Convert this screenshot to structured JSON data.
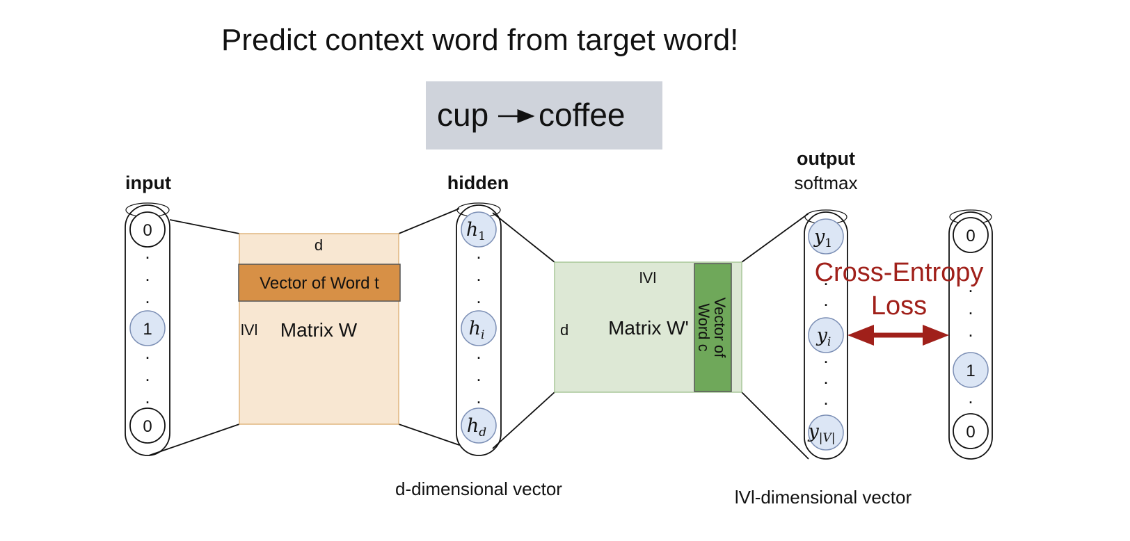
{
  "title": "Predict context word from target word!",
  "example": {
    "source": "cup",
    "target": "coffee"
  },
  "layers": {
    "input": {
      "label": "input",
      "top_value": "0",
      "middle_value": "1",
      "bottom_value": "0"
    },
    "hidden": {
      "label": "hidden",
      "nodes": [
        "h",
        "h",
        "h"
      ],
      "subs": [
        "1",
        "i",
        "d"
      ],
      "caption": "d-dimensional vector"
    },
    "output": {
      "label": "output",
      "sublabel": "softmax",
      "nodes": [
        "y",
        "y",
        "y"
      ],
      "subs": [
        "1",
        "i",
        "|V|"
      ],
      "caption": "lVl-dimensional vector"
    },
    "target": {
      "top_value": "0",
      "middle_value": "1",
      "bottom_value": "0"
    }
  },
  "matrix_w": {
    "name": "Matrix W",
    "col_label": "d",
    "row_label": "lVl",
    "row_vector": "Vector of Word t",
    "fill": "#f8e7d2",
    "vector_fill": "#d79046"
  },
  "matrix_w2": {
    "name": "Matrix W'",
    "col_label": "lVl",
    "row_label": "d",
    "col_vector_line1": "Vector of",
    "col_vector_line2": "Word c",
    "fill": "#dde8d5",
    "vector_fill": "#6fa85a"
  },
  "loss": {
    "line1": "Cross-Entropy",
    "line2": "Loss",
    "color": "#a0201a"
  },
  "colors": {
    "node_fill": "#dce6f5",
    "example_bg": "#cfd3db"
  }
}
